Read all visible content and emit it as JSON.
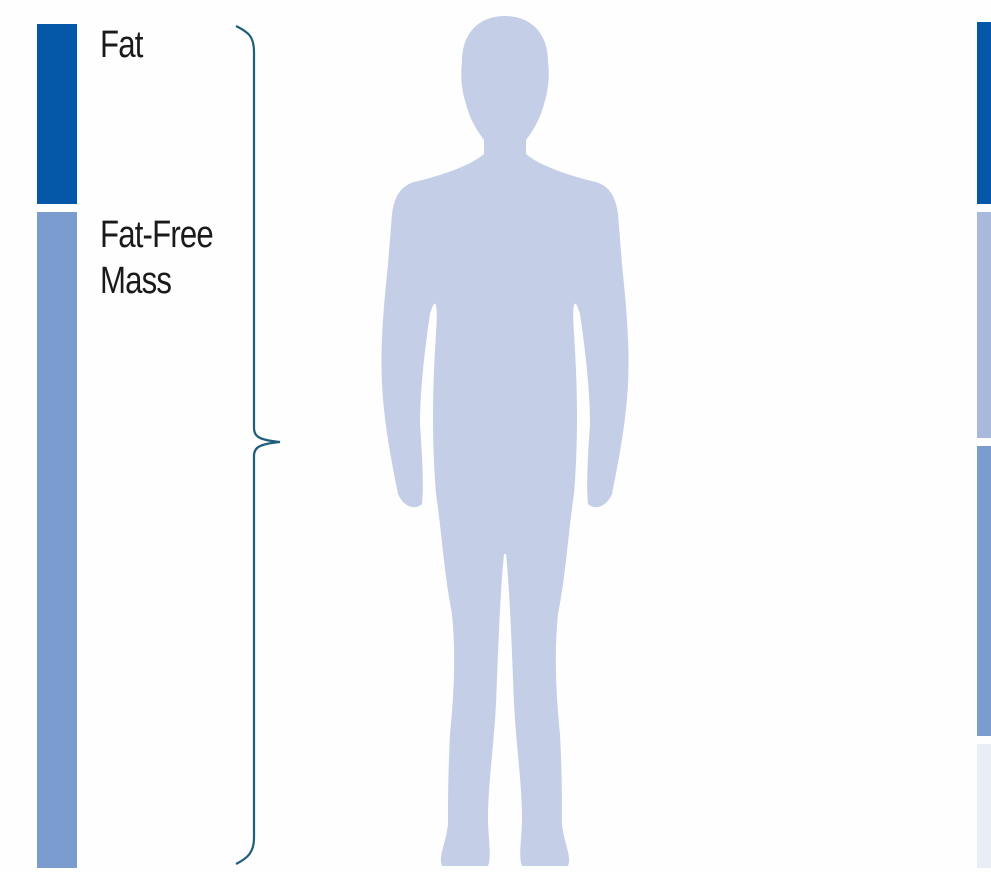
{
  "labels": {
    "fat": "Fat",
    "fat_free_line1": "Fat-Free",
    "fat_free_line2": "Mass"
  },
  "colors": {
    "fat": "#0558a8",
    "fat_free_mass": "#7b9ccf",
    "bracket": "#1f5d7a",
    "silhouette": "#c4cfe7",
    "right_segment_1": "#0558a8",
    "right_segment_2": "#a9b9de",
    "right_segment_3": "#7b9ccf",
    "right_segment_4": "#e9edf6"
  },
  "icons": {
    "figure": "human-silhouette-icon",
    "bracket": "curly-bracket-icon"
  }
}
